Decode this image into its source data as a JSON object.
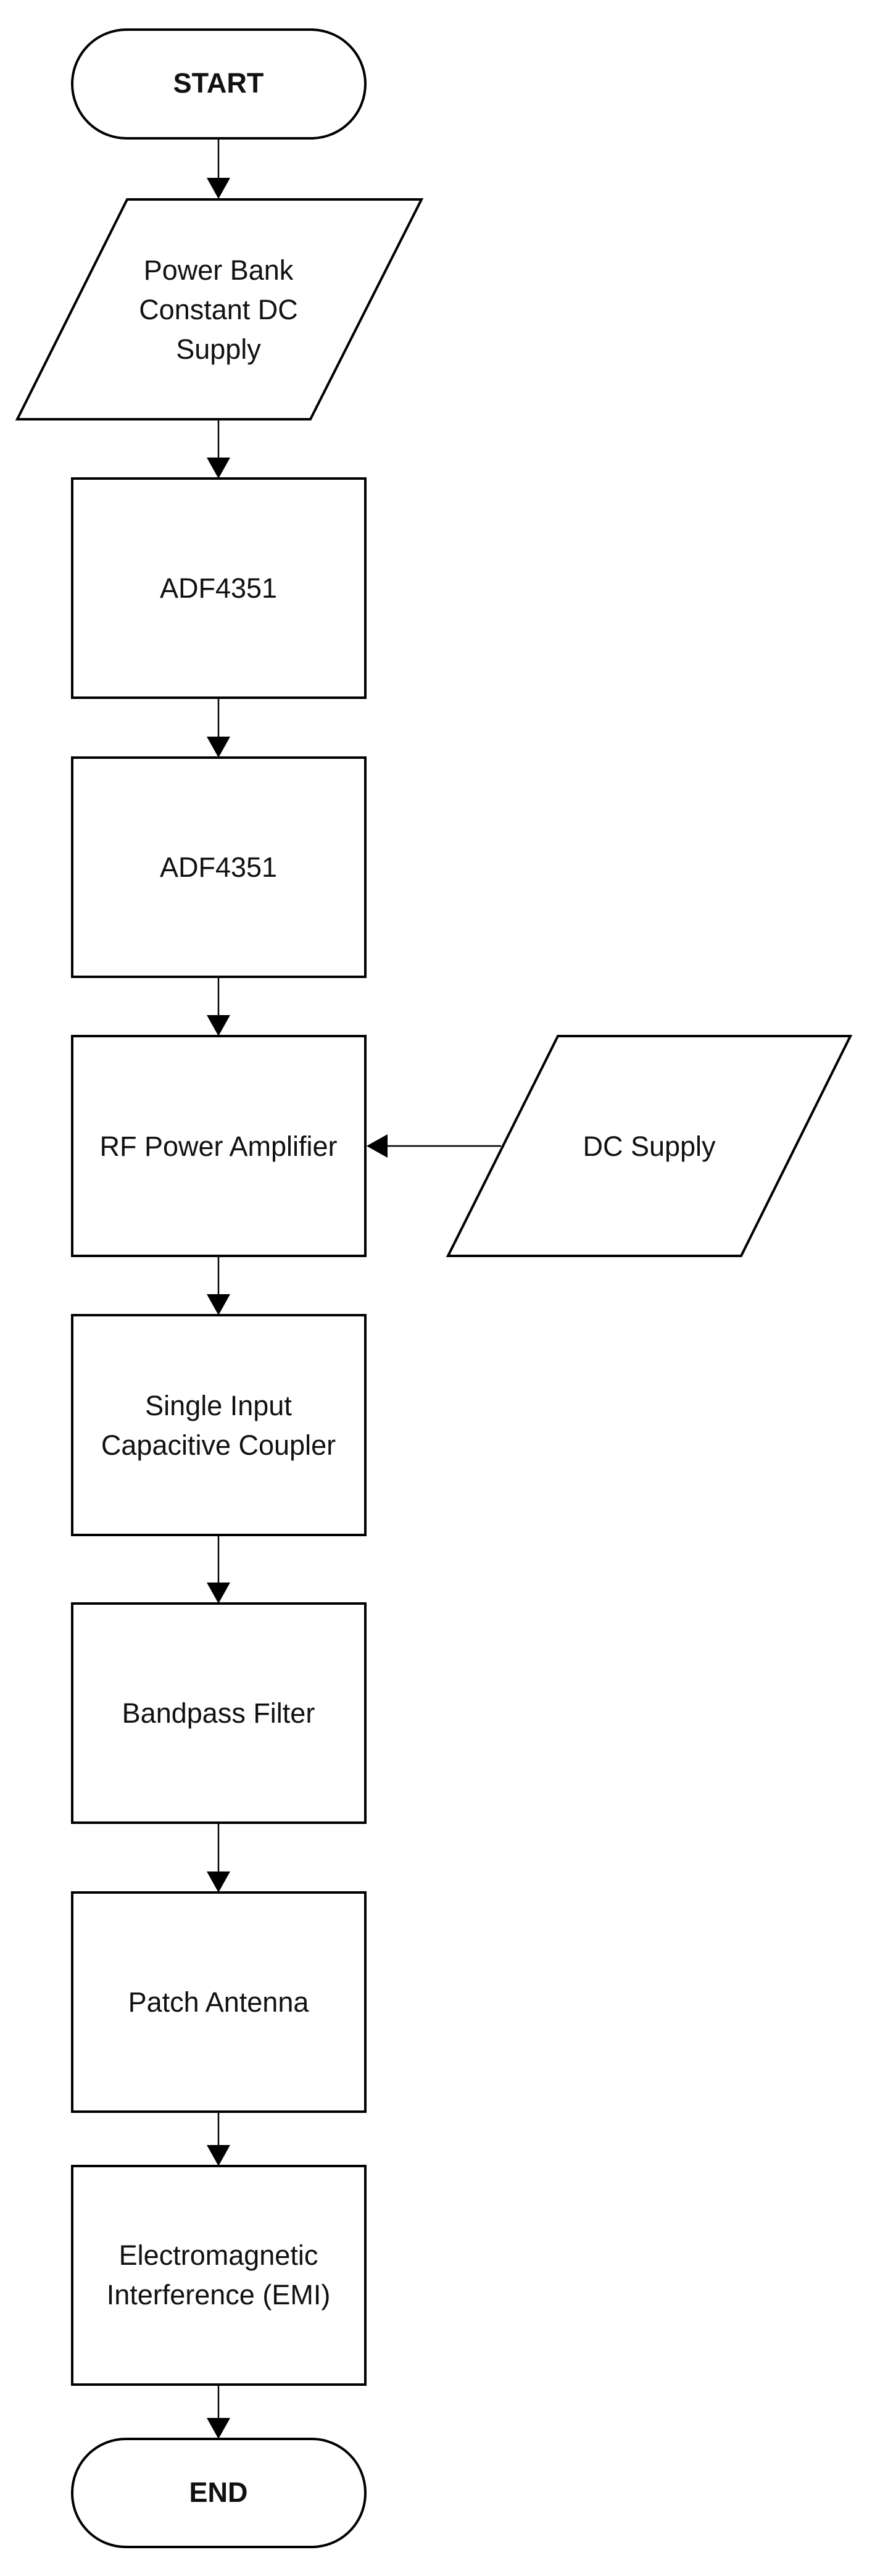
{
  "diagram": {
    "nodes": {
      "start": {
        "lines": [
          "START"
        ]
      },
      "power_bank": {
        "lines": [
          "Power Bank",
          "Constant DC",
          "Supply"
        ]
      },
      "adf4351_first": {
        "lines": [
          "ADF4351"
        ]
      },
      "adf4351_second": {
        "lines": [
          "ADF4351"
        ]
      },
      "rf_power_amplifier": {
        "lines": [
          "RF Power Amplifier"
        ]
      },
      "dc_supply": {
        "lines": [
          "DC Supply"
        ]
      },
      "capacitive_coupler": {
        "lines": [
          "Single Input",
          "Capacitive Coupler"
        ]
      },
      "bandpass_filter": {
        "lines": [
          "Bandpass Filter"
        ]
      },
      "patch_antenna": {
        "lines": [
          "Patch Antenna"
        ]
      },
      "emi": {
        "lines": [
          "Electromagnetic",
          "Interference (EMI)"
        ]
      },
      "end": {
        "lines": [
          "END"
        ]
      }
    },
    "edges": [
      {
        "from": "start",
        "to": "power_bank"
      },
      {
        "from": "power_bank",
        "to": "adf4351_first"
      },
      {
        "from": "adf4351_first",
        "to": "adf4351_second"
      },
      {
        "from": "adf4351_second",
        "to": "rf_power_amplifier"
      },
      {
        "from": "dc_supply",
        "to": "rf_power_amplifier"
      },
      {
        "from": "rf_power_amplifier",
        "to": "capacitive_coupler"
      },
      {
        "from": "capacitive_coupler",
        "to": "bandpass_filter"
      },
      {
        "from": "bandpass_filter",
        "to": "patch_antenna"
      },
      {
        "from": "patch_antenna",
        "to": "emi"
      },
      {
        "from": "emi",
        "to": "end"
      }
    ]
  }
}
